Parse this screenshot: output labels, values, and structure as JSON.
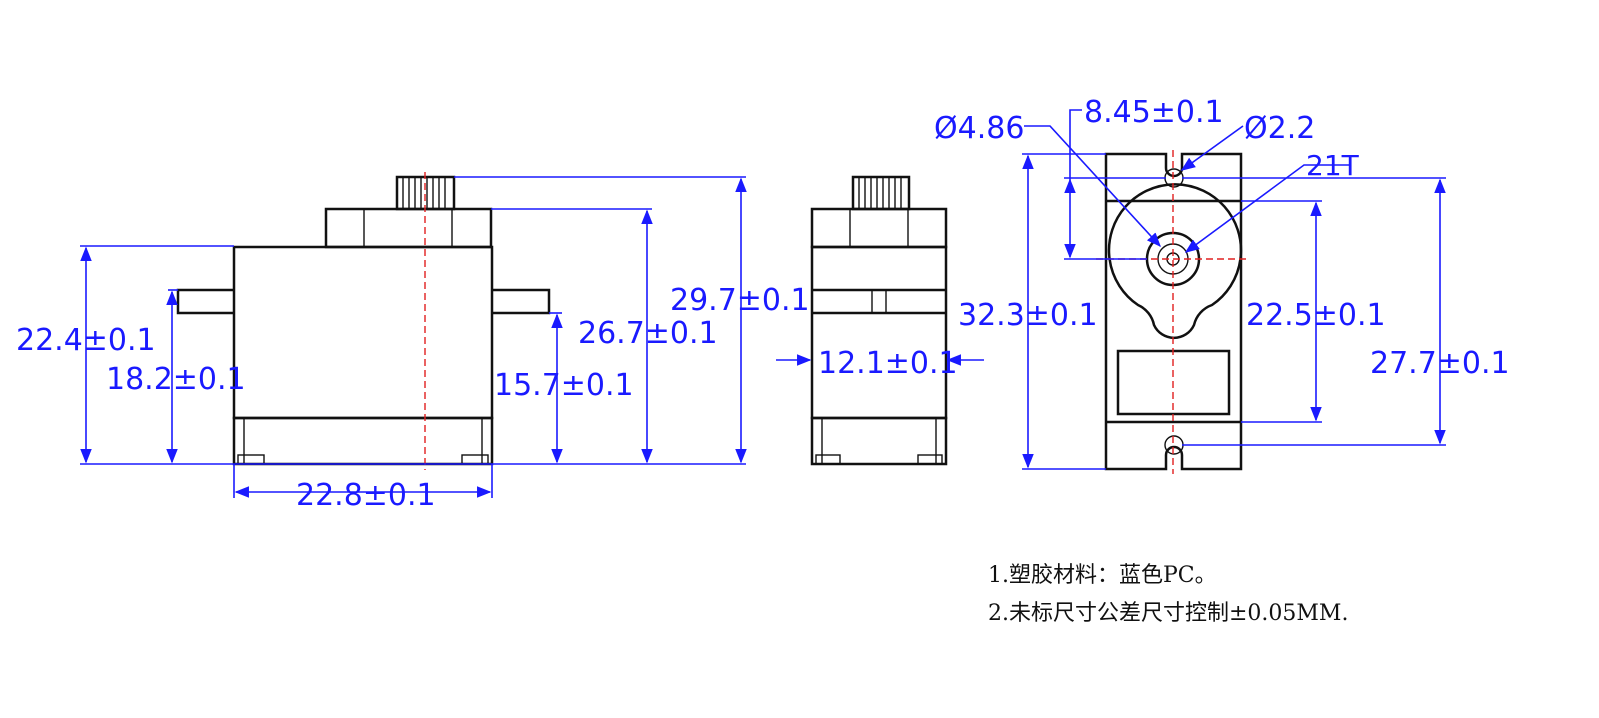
{
  "colors": {
    "outline": "#111111",
    "dimension": "#1a1aff",
    "centerline": "#e02020",
    "background": "#ffffff"
  },
  "dimensions": {
    "front_height_total": "22.4±0.1",
    "front_height_flange": "18.2±0.1",
    "front_flange_to_base": "15.7±0.1",
    "front_top_height": "26.7±0.1",
    "front_overall_height": "29.7±0.1",
    "front_width": "22.8±0.1",
    "side_width": "12.1±0.1",
    "top_overall_length": "32.3±0.1",
    "top_body_length": "22.5±0.1",
    "top_hole_spacing": "27.7±0.1",
    "top_shaft_offset": "8.45±0.1",
    "top_spline_diameter": "Ø4.86",
    "top_hole_diameter": "Ø2.2",
    "top_spline_teeth": "21T"
  },
  "notes": [
    "1.塑胶材料：蓝色PC。",
    "2.未标尺寸公差尺寸控制±0.05MM."
  ]
}
